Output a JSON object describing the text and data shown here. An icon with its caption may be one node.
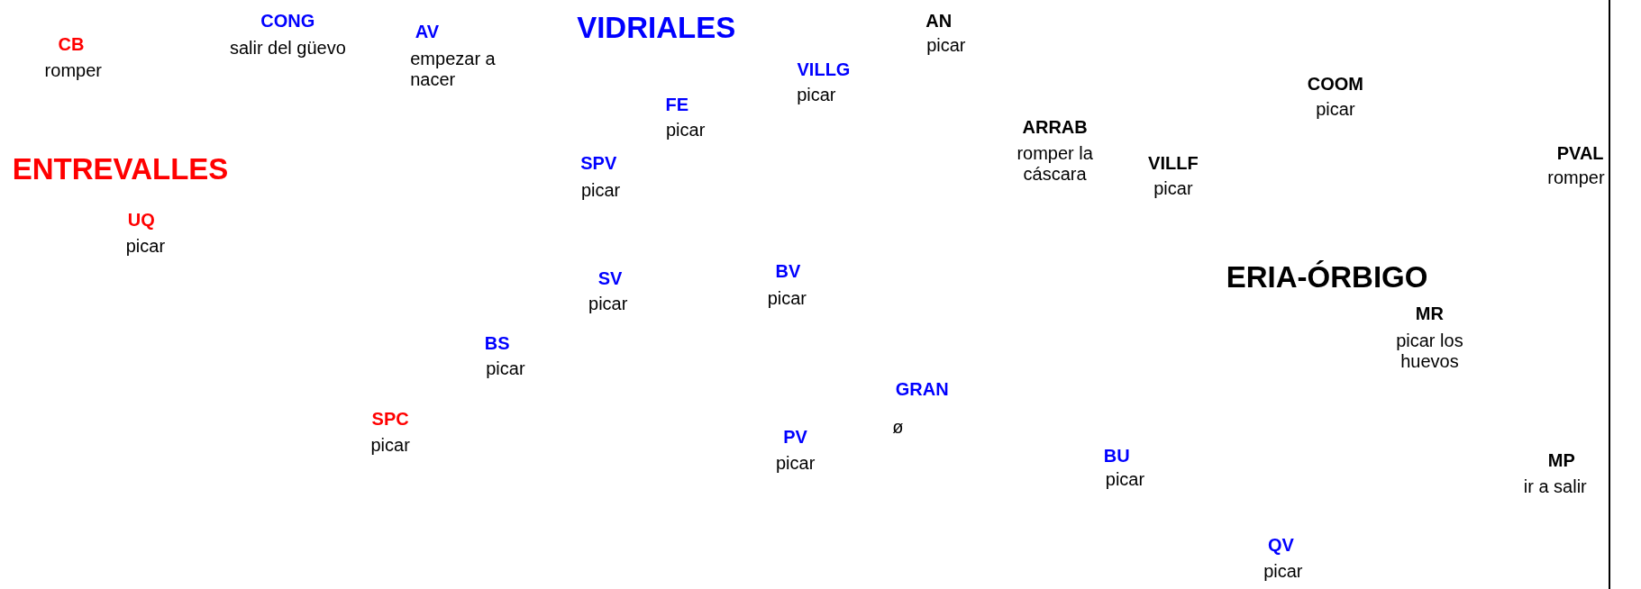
{
  "diagram": {
    "labels": [
      "CONG",
      "salir del güevo",
      "AN",
      "picar",
      "VIDRIALES",
      "AV",
      "empezar a nacer",
      "CB",
      "romper",
      "VILLG",
      "picar",
      "COOM",
      "picar",
      "FE",
      "picar",
      "ARRAB",
      "romper la cáscara",
      "PVAL",
      "romper",
      "SPV",
      "picar",
      "VILLF",
      "picar",
      "ENTREVALLES",
      "UQ",
      "picar",
      "BV",
      "picar",
      "ERIA-ÓRBIGO",
      "SV",
      "picar",
      "MR",
      "picar los huevos",
      "BS",
      "picar",
      "GRAN",
      "ø",
      "SPC",
      "picar",
      "PV",
      "picar",
      "BU",
      "picar",
      "MP",
      "ir a salir",
      "QV",
      "picar"
    ]
  }
}
